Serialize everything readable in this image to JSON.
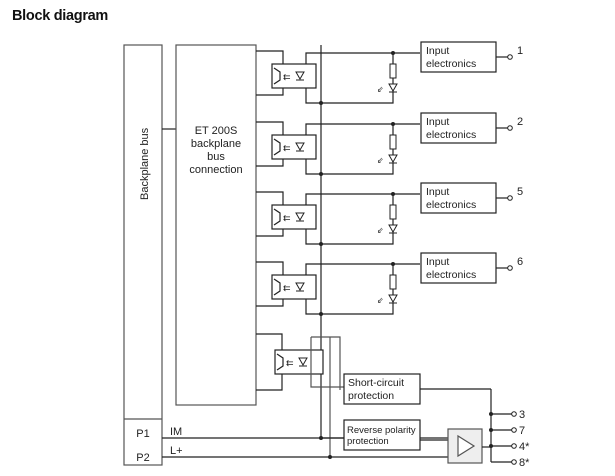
{
  "title": "Block diagram",
  "diagram": {
    "backplane_bus": {
      "label": "Backplane bus",
      "p1": "P1",
      "p2": "P2"
    },
    "bus_connection": {
      "lines": [
        "ET 200S",
        "backplane",
        "bus",
        "connection"
      ]
    },
    "supply_lines": {
      "im": "IM",
      "lplus": "L+"
    },
    "input_channels": [
      {
        "block_lines": [
          "Input",
          "electronics"
        ],
        "terminal": "1"
      },
      {
        "block_lines": [
          "Input",
          "electronics"
        ],
        "terminal": "2"
      },
      {
        "block_lines": [
          "Input",
          "electronics"
        ],
        "terminal": "5"
      },
      {
        "block_lines": [
          "Input",
          "electronics"
        ],
        "terminal": "6"
      }
    ],
    "short_circuit": {
      "lines": [
        "Short-circuit",
        "protection"
      ]
    },
    "reverse_polarity": {
      "lines": [
        "Reverse polarity",
        "protection"
      ]
    },
    "output_terminals": [
      "3",
      "7",
      "4*",
      "8*"
    ]
  }
}
